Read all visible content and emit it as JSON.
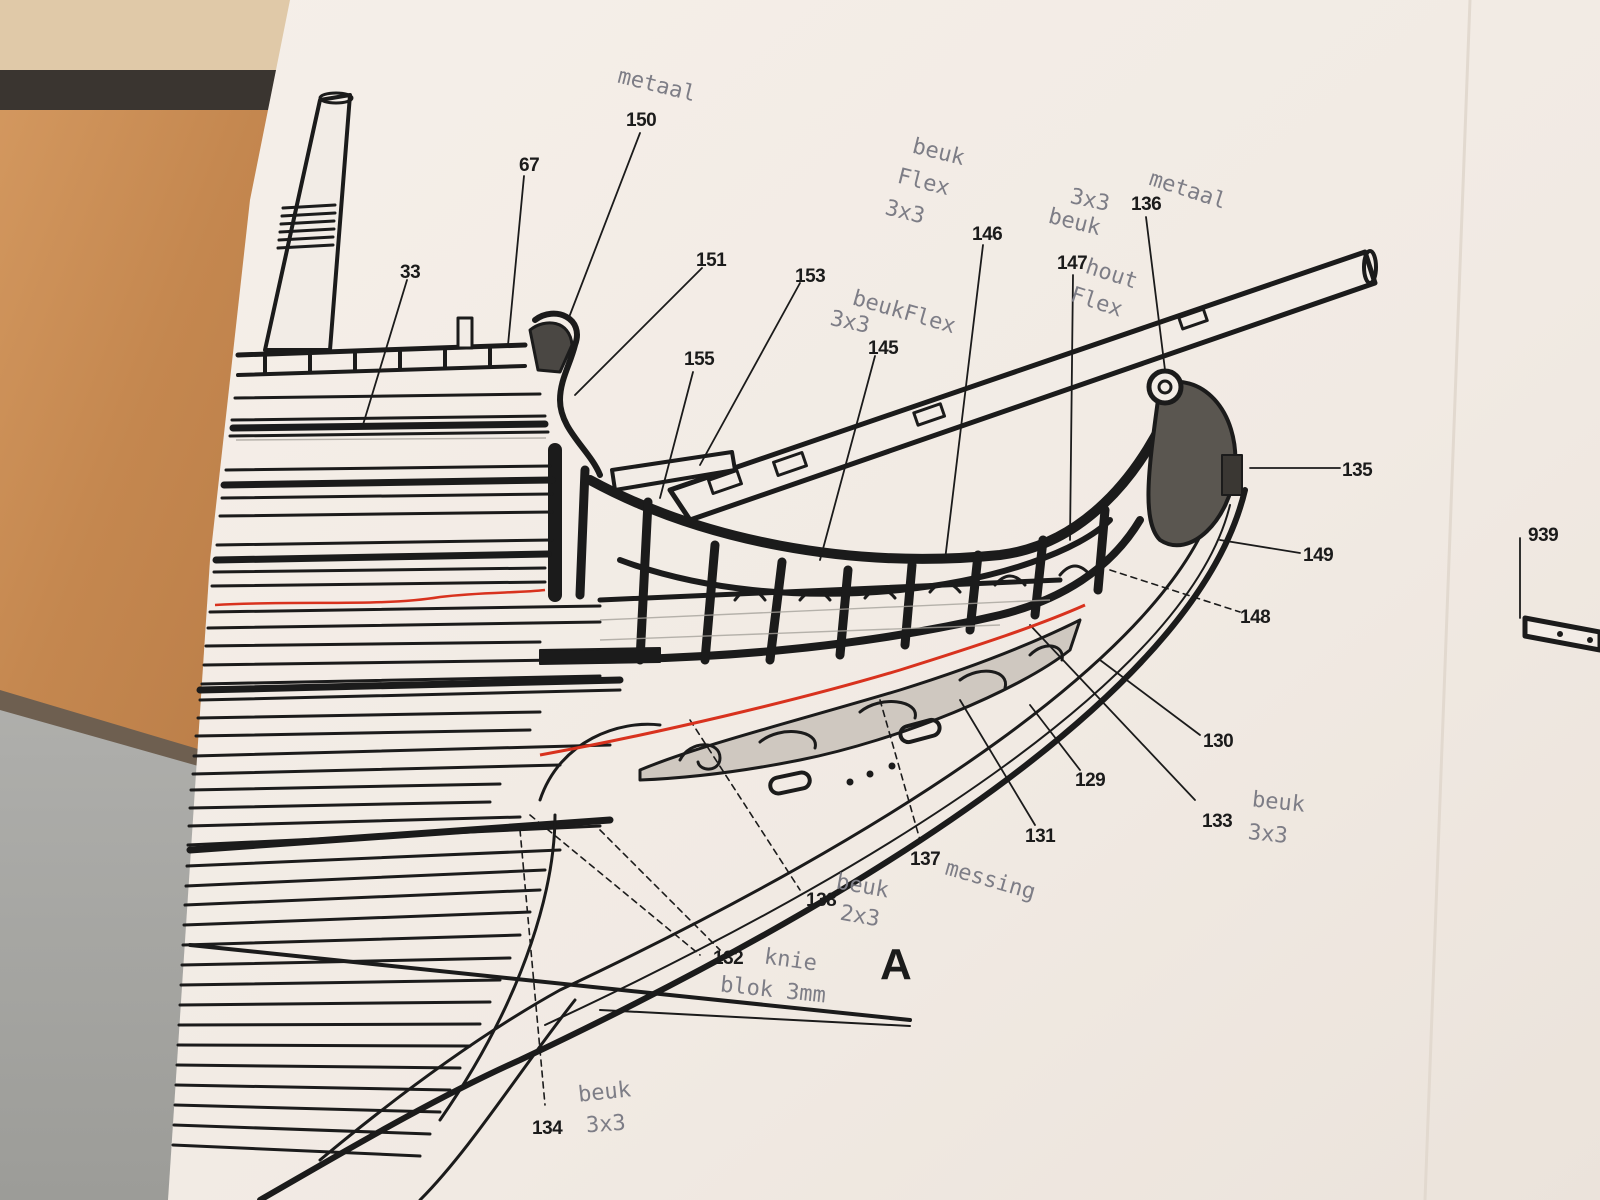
{
  "plan": {
    "part_numbers": {
      "n150": "150",
      "n67": "67",
      "n33": "33",
      "n151": "151",
      "n153": "153",
      "n155": "155",
      "n145": "145",
      "n146": "146",
      "n147": "147",
      "n136": "136",
      "n135": "135",
      "n149": "149",
      "n148": "148",
      "n130": "130",
      "n129": "129",
      "n133": "133",
      "n131": "131",
      "n137": "137",
      "n138": "138",
      "n132": "132",
      "n134": "134",
      "n939": "939"
    },
    "view_label": "A"
  },
  "handwriting": {
    "metaal_150": "metaal",
    "beuk_flex_146_l1": "beuk",
    "beuk_flex_146_l2": "Flex",
    "beuk_flex_146_l3": "3x3",
    "metaal_136": "metaal",
    "beuk_147_l1": "3x3",
    "beuk_147_l2": "beuk",
    "beuk_147_l3": "hout",
    "beuk_147_l4": "Flex",
    "beuk_145_l1": "beukFlex",
    "beuk_145_l2": "3x3",
    "beuk_133_l1": "beuk",
    "beuk_133_l2": "3x3",
    "messing_137": "messing",
    "beuk_138_l1": "beuk",
    "beuk_138_l2": "2x3",
    "knie_132_l1": "knie",
    "knie_132_l2": "blok 3mm",
    "beuk_134_l1": "beuk",
    "beuk_134_l2": "3x3"
  },
  "colors": {
    "paper": "#f2ece6",
    "ink": "#1b1b1b",
    "pencil": "#7d7d86",
    "red_pencil": "#d8321e",
    "wood_table": "#c98d55"
  }
}
